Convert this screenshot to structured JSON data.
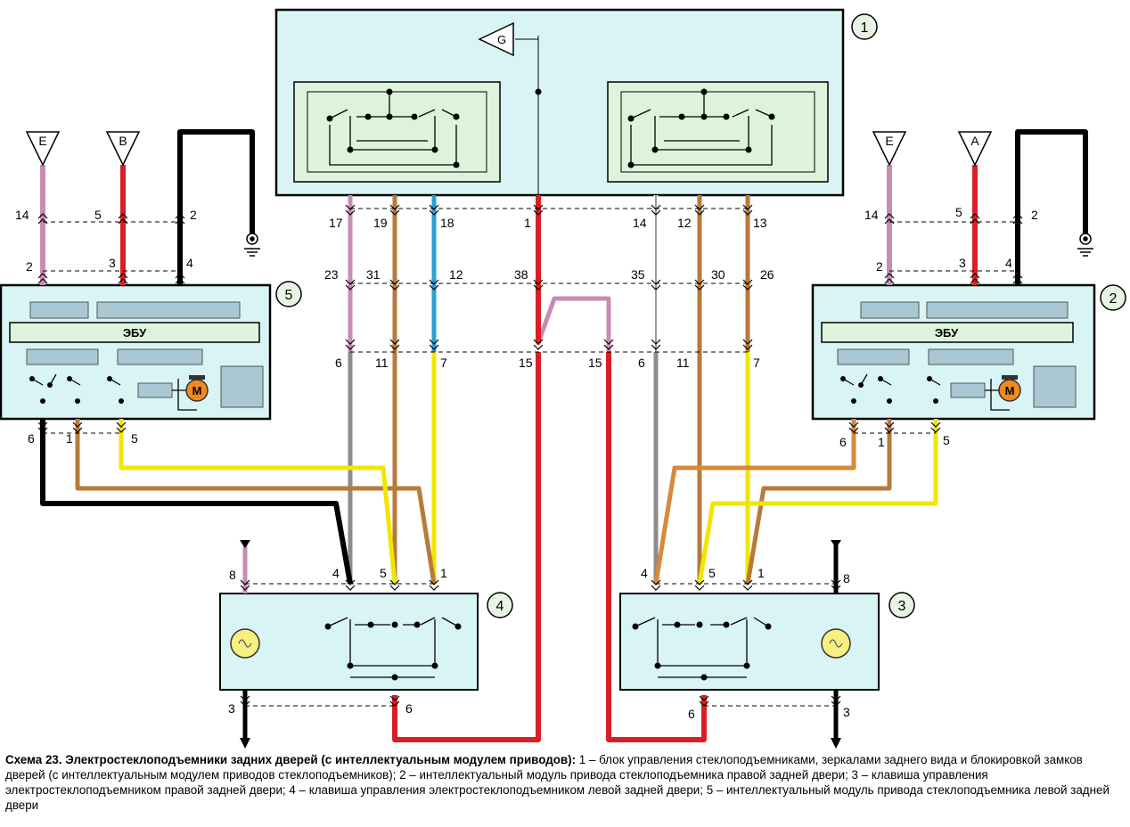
{
  "colors": {
    "module_fill": "#d9f4f4",
    "inner_fill": "#def3dc",
    "callout_fill": "#e8f5e4",
    "block_fill": "#a9c8d4",
    "motor_fill": "#f08a1e",
    "lamp_fill": "#f7f080",
    "wire_pink": "#c88cb4",
    "wire_red": "#d81f26",
    "wire_black": "#000000",
    "wire_brown": "#b87a3a",
    "wire_orange_brown": "#d68a3c",
    "wire_blue": "#2a9fd8",
    "wire_yellow": "#f2e600",
    "wire_gray": "#8c8c8c",
    "wire_white": "#ffffff"
  },
  "components": {
    "c1": "1",
    "c2": "2",
    "c3": "3",
    "c4": "4",
    "c5": "5",
    "ecu_label": "ЭБУ",
    "motor_label": "M"
  },
  "ground_flags": {
    "g": "G",
    "e": "E",
    "b": "B",
    "a": "A"
  },
  "pins": {
    "m1_17": "17",
    "m1_19": "19",
    "m1_18": "18",
    "m1_1": "1",
    "m1_14": "14",
    "m1_12": "12",
    "m1_13": "13",
    "x_23": "23",
    "x_31": "31",
    "x_12": "12",
    "x_38": "38",
    "x_35": "35",
    "x_30": "30",
    "x_26": "26",
    "y_6a": "6",
    "y_11a": "11",
    "y_7a": "7",
    "y_15a": "15",
    "y_15b": "15",
    "y_6b": "6",
    "y_11b": "11",
    "y_7b": "7",
    "l_14": "14",
    "l_5": "5",
    "l_2": "2",
    "l_2b": "2",
    "l_3": "3",
    "l_4": "4",
    "l_6": "6",
    "l_1": "1",
    "l_5b": "5",
    "r_14": "14",
    "r_5": "5",
    "r_2": "2",
    "r_2b": "2",
    "r_3": "3",
    "r_4": "4",
    "r_6": "6",
    "r_1": "1",
    "r_5b": "5",
    "s4_8": "8",
    "s4_4": "4",
    "s4_5": "5",
    "s4_1": "1",
    "s4_3": "3",
    "s4_6": "6",
    "s3_4": "4",
    "s3_5": "5",
    "s3_1": "1",
    "s3_8": "8",
    "s3_6": "6",
    "s3_3": "3"
  },
  "caption": {
    "bold": "Схема 23. Электростеклоподъемники задних дверей (с интеллектуальным модулем приводов):",
    "text": " 1 – блок управления стеклоподъемниками, зеркалами заднего вида и блокировкой замков дверей (с интеллектуальным модулем приводов стеклоподъемников); 2 – интеллектуальный модуль привода стеклоподъемника правой задней двери; 3 – клавиша управления электростеклоподъемником правой задней двери; 4 – клавиша управления электростеклоподъемником левой задней двери; 5 – интеллектуальный модуль привода стеклоподъемника левой задней двери"
  }
}
